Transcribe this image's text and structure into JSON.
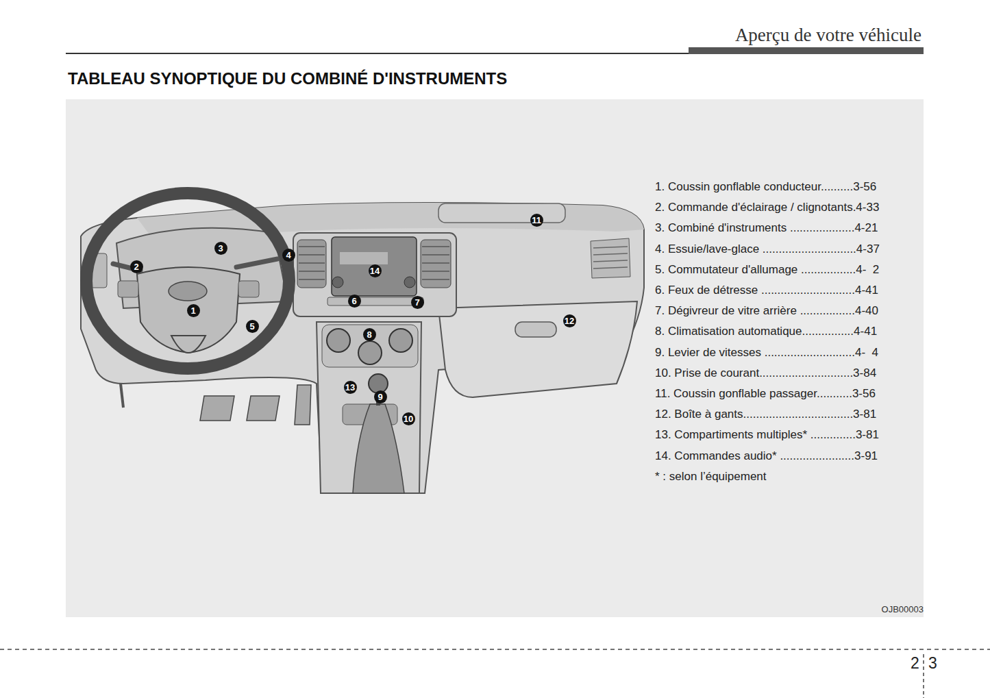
{
  "diagram": {
    "title": "TABLEAU SYNOPTIQUE DU COMBINÉ D'INSTRUMENTS",
    "labels": [
      "Aperçu de votre véhicule",
      "1",
      "2",
      "3",
      "4",
      "5",
      "6",
      "7",
      "8",
      "9",
      "10",
      "11",
      "12",
      "13",
      "14",
      "1. Coussin gonflable conducteur..........3-56",
      "2. Commande d'éclairage / clignotants.4-33",
      "3. Combiné d'instruments ....................4-21",
      "4. Essuie/lave-glace .............................4-37",
      "5. Commutateur d'allumage .................4-  2",
      "6. Feux de détresse .............................4-41",
      "7. Dégivreur de vitre arrière .................4-40",
      "8. Climatisation automatique................4-41",
      "9. Levier de vitesses ............................4-  4",
      "10. Prise de courant.............................3-84",
      "11. Coussin gonflable passager...........3-56",
      "12. Boîte à gants..................................3-81",
      "13. Compartiments multiples* ..............3-81",
      "14. Commandes audio* .......................3-91",
      "* : selon l’équipement",
      "OJB00003",
      "2",
      "3"
    ]
  }
}
